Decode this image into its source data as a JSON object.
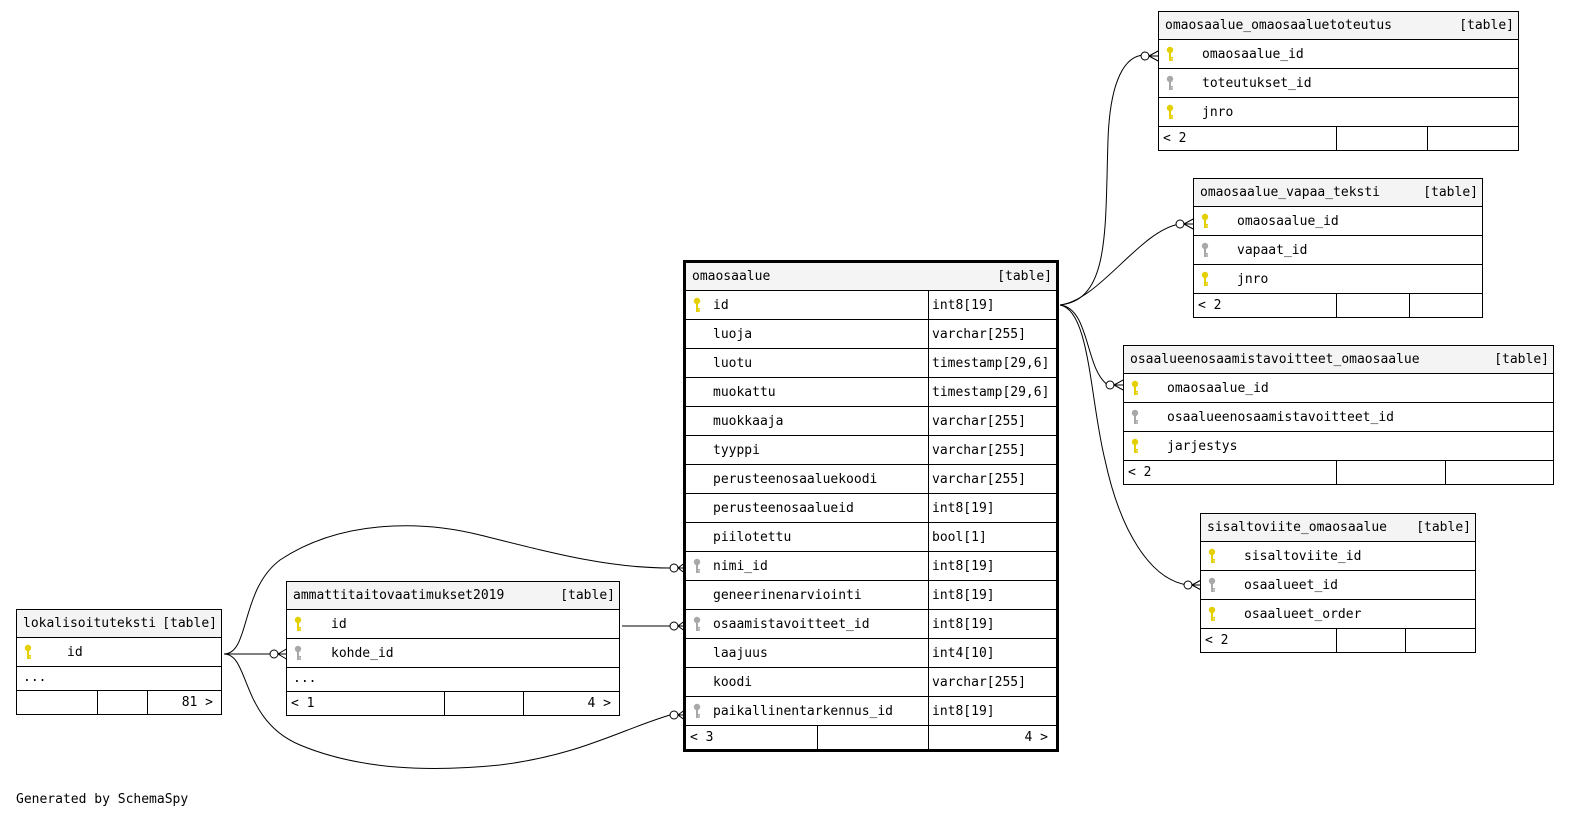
{
  "footer": "Generated by SchemaSpy",
  "colors": {
    "primary_key": "#e4d000",
    "foreign_key": "#a8a8a8",
    "header_bg": "#f4f4f4"
  },
  "tables": {
    "omaosaalue": {
      "name": "omaosaalue",
      "tag": "[table]",
      "columns": [
        {
          "name": "id",
          "type": "int8[19]",
          "key": "primary"
        },
        {
          "name": "luoja",
          "type": "varchar[255]",
          "key": "none"
        },
        {
          "name": "luotu",
          "type": "timestamp[29,6]",
          "key": "none"
        },
        {
          "name": "muokattu",
          "type": "timestamp[29,6]",
          "key": "none"
        },
        {
          "name": "muokkaaja",
          "type": "varchar[255]",
          "key": "none"
        },
        {
          "name": "tyyppi",
          "type": "varchar[255]",
          "key": "none"
        },
        {
          "name": "perusteenosaaluekoodi",
          "type": "varchar[255]",
          "key": "none"
        },
        {
          "name": "perusteenosaalueid",
          "type": "int8[19]",
          "key": "none"
        },
        {
          "name": "piilotettu",
          "type": "bool[1]",
          "key": "none"
        },
        {
          "name": "nimi_id",
          "type": "int8[19]",
          "key": "foreign"
        },
        {
          "name": "geneerinenarviointi",
          "type": "int8[19]",
          "key": "none"
        },
        {
          "name": "osaamistavoitteet_id",
          "type": "int8[19]",
          "key": "foreign"
        },
        {
          "name": "laajuus",
          "type": "int4[10]",
          "key": "none"
        },
        {
          "name": "koodi",
          "type": "varchar[255]",
          "key": "none"
        },
        {
          "name": "paikallinentarkennus_id",
          "type": "int8[19]",
          "key": "foreign"
        }
      ],
      "footer_left": "< 3",
      "footer_right": "4 >"
    },
    "lokalisoituteksti": {
      "name": "lokalisoituteksti",
      "tag": "[table]",
      "columns": [
        {
          "name": "id",
          "key": "primary"
        }
      ],
      "ellipsis": "...",
      "footer_left": "",
      "footer_right": "81 >"
    },
    "ammattitaitovaatimukset2019": {
      "name": "ammattitaitovaatimukset2019",
      "tag": "[table]",
      "columns": [
        {
          "name": "id",
          "key": "primary"
        },
        {
          "name": "kohde_id",
          "key": "foreign"
        }
      ],
      "ellipsis": "...",
      "footer_left": "< 1",
      "footer_right": "4 >"
    },
    "omaosaalue_omaosaaluetoteutus": {
      "name": "omaosaalue_omaosaaluetoteutus",
      "tag": "[table]",
      "columns": [
        {
          "name": "omaosaalue_id",
          "key": "primary"
        },
        {
          "name": "toteutukset_id",
          "key": "foreign"
        },
        {
          "name": "jnro",
          "key": "primary"
        }
      ],
      "footer_left": "< 2",
      "footer_right": ""
    },
    "omaosaalue_vapaa_teksti": {
      "name": "omaosaalue_vapaa_teksti",
      "tag": "[table]",
      "columns": [
        {
          "name": "omaosaalue_id",
          "key": "primary"
        },
        {
          "name": "vapaat_id",
          "key": "foreign"
        },
        {
          "name": "jnro",
          "key": "primary"
        }
      ],
      "footer_left": "< 2",
      "footer_right": ""
    },
    "osaalueenosaamistavoitteet_omaosaalue": {
      "name": "osaalueenosaamistavoitteet_omaosaalue",
      "tag": "[table]",
      "columns": [
        {
          "name": "omaosaalue_id",
          "key": "primary"
        },
        {
          "name": "osaalueenosaamistavoitteet_id",
          "key": "foreign"
        },
        {
          "name": "jarjestys",
          "key": "primary"
        }
      ],
      "footer_left": "< 2",
      "footer_right": ""
    },
    "sisaltoviite_omaosaalue": {
      "name": "sisaltoviite_omaosaalue",
      "tag": "[table]",
      "columns": [
        {
          "name": "sisaltoviite_id",
          "key": "primary"
        },
        {
          "name": "osaalueet_id",
          "key": "foreign"
        },
        {
          "name": "osaalueet_order",
          "key": "primary"
        }
      ],
      "footer_left": "< 2",
      "footer_right": ""
    }
  },
  "relationships": [
    {
      "from": "omaosaalue.nimi_id",
      "to": "lokalisoituteksti.id"
    },
    {
      "from": "omaosaalue.osaamistavoitteet_id",
      "to": "ammattitaitovaatimukset2019"
    },
    {
      "from": "omaosaalue.paikallinentarkennus_id",
      "to": "lokalisoituteksti.id"
    },
    {
      "from": "ammattitaitovaatimukset2019.kohde_id",
      "to": "lokalisoituteksti.id"
    },
    {
      "from": "omaosaalue_omaosaaluetoteutus.omaosaalue_id",
      "to": "omaosaalue.id"
    },
    {
      "from": "omaosaalue_vapaa_teksti.omaosaalue_id",
      "to": "omaosaalue.id"
    },
    {
      "from": "osaalueenosaamistavoitteet_omaosaalue.omaosaalue_id",
      "to": "omaosaalue.id"
    },
    {
      "from": "sisaltoviite_omaosaalue.osaalueet_id",
      "to": "omaosaalue.id"
    }
  ]
}
